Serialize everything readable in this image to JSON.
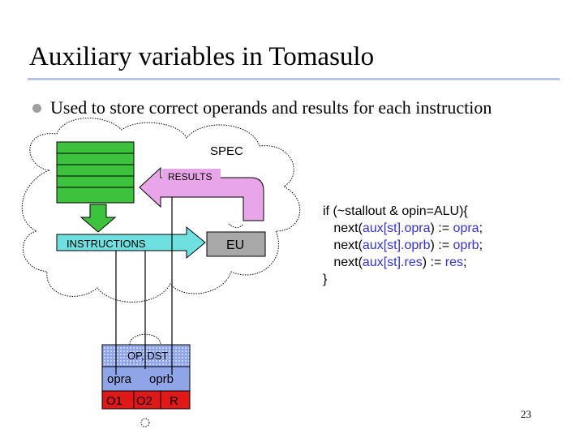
{
  "slide": {
    "title": "Auxiliary variables in Tomasulo",
    "bullet": "Used to store correct operands and results for each instruction",
    "page_number": "23"
  },
  "diagram": {
    "spec_label": "SPEC",
    "results_label": "RESULTS",
    "instructions_label": "INSTRUCTIONS",
    "eu_label": "EU",
    "rs_op_dst": "OP, DST",
    "rs_opra": "opra",
    "rs_oprb": "oprb",
    "rs_o1": "O1",
    "rs_o2": "O2",
    "rs_r": "R"
  },
  "code": {
    "line1": "if (~stallout & opin=ALU){",
    "l2_a": "next(",
    "l2_b": "aux[st].opra",
    "l2_c": ") := ",
    "l2_d": "opra",
    "l2_e": ";",
    "l3_a": "next(",
    "l3_b": "aux[st].oprb",
    "l3_c": ") := ",
    "l3_d": "oprb",
    "l3_e": ";",
    "l4_a": "next(",
    "l4_b": "aux[st].res",
    "l4_c": ") := ",
    "l4_d": "res",
    "l4_e": ";",
    "line5": "}"
  },
  "colors": {
    "green": "#3cc23c",
    "rs_blue": "#8fa5e8",
    "rs_red": "#e01818",
    "pink": "#e8a6e8",
    "cyan": "#6ee0e0",
    "eu_gray": "#a8a8a8",
    "keyword_blue": "#3333cc"
  }
}
